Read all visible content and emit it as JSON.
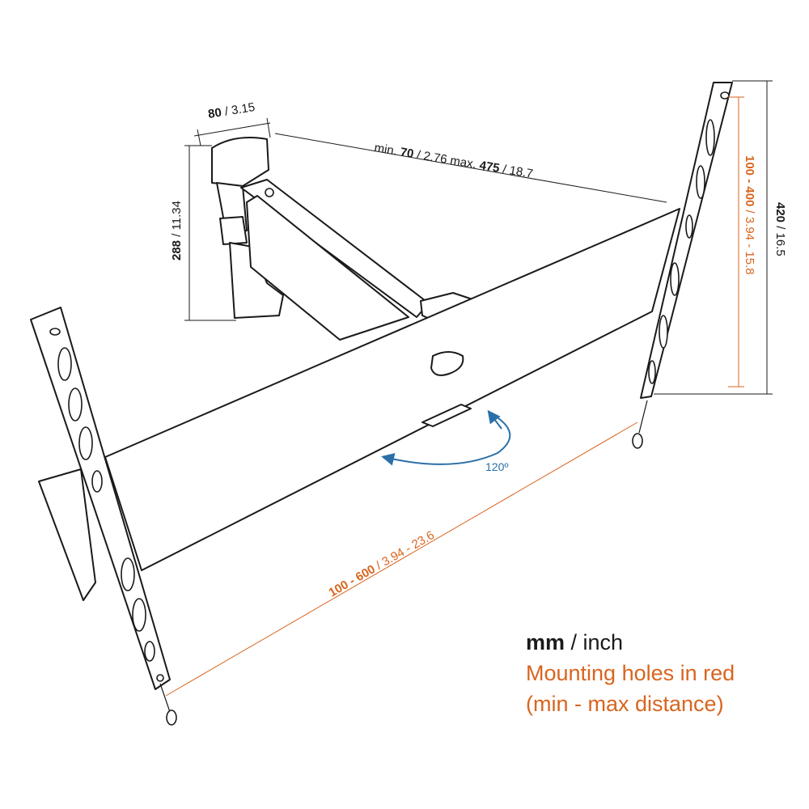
{
  "dimensions": {
    "arm_width": {
      "mm": "80",
      "inch": "3.15"
    },
    "arm_height": {
      "mm": "288",
      "inch": "11.34"
    },
    "wall_distance": {
      "min_prefix": "min.",
      "min_mm": "70",
      "min_inch": "2.76",
      "max_prefix": "max.",
      "max_mm": "475",
      "max_inch": "18.7"
    },
    "plate_height": {
      "mm": "420",
      "inch": "16.5"
    },
    "vertical_holes": {
      "mm": "100 - 400",
      "inch": "3.94 - 15.8"
    },
    "horizontal_holes": {
      "mm": "100 - 600",
      "inch": "3.94 - 23.6"
    },
    "rotation": "120º",
    "separator": " / "
  },
  "legend": {
    "mm": "mm",
    "slash_inch": " / inch",
    "line2": "Mounting holes in red",
    "line3": "(min - max distance)"
  },
  "colors": {
    "red": "#d8651f",
    "blue": "#2a6fa8",
    "ink": "#1a1a1a"
  }
}
